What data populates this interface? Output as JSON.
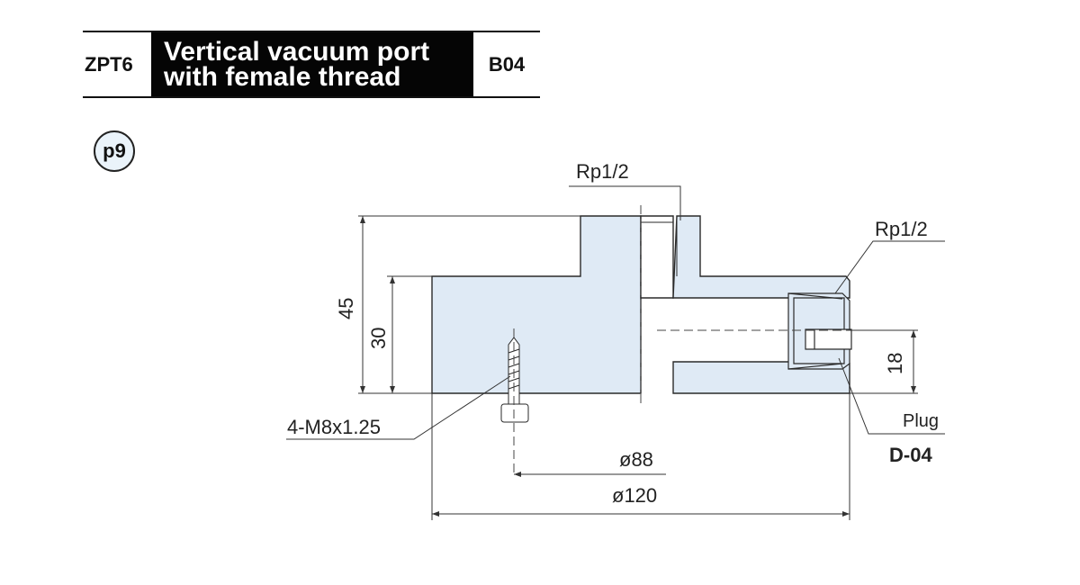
{
  "header": {
    "series": "ZPT6",
    "title_line1": "Vertical vacuum port",
    "title_line2": "with female thread",
    "code": "B04"
  },
  "page_badge": "p9",
  "drawing": {
    "port_top_thread": "Rp1/2",
    "port_side_thread": "Rp1/2",
    "dim_total_height": "45",
    "dim_body_height": "30",
    "dim_side_port": "18",
    "bolt_spec": "4-M8x1.25",
    "dim_pcd": "ø88",
    "dim_diameter": "ø120",
    "plug_label": "Plug",
    "plug_code": "D-04"
  },
  "colors": {
    "part_fill": "#dfeaf5",
    "line": "#2a2a2a",
    "title_bg": "#050505"
  }
}
